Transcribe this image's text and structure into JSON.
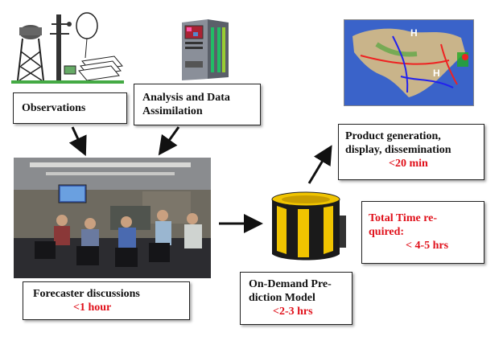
{
  "boxes": {
    "observations": {
      "title": "Observations"
    },
    "analysis": {
      "line1": "Analysis and Data",
      "line2": "Assimilation"
    },
    "product": {
      "line1": "Product generation,",
      "line2": "display, dissemination",
      "time": "<20 min"
    },
    "forecaster": {
      "title": "Forecaster discussions",
      "time": "<1 hour"
    },
    "ondemand": {
      "line1": "On-Demand Pre-",
      "line2": "diction Model",
      "time": "<2-3 hrs"
    },
    "total": {
      "line1": "Total Time re-",
      "line2": "quired:",
      "time": "< 4-5 hrs"
    }
  },
  "colors": {
    "accent_red": "#e0101a",
    "border": "#222222"
  },
  "icons": [
    "weather-station-icon",
    "server-rack-icon",
    "weather-map-image",
    "forecast-room-photo",
    "supercomputer-icon"
  ]
}
